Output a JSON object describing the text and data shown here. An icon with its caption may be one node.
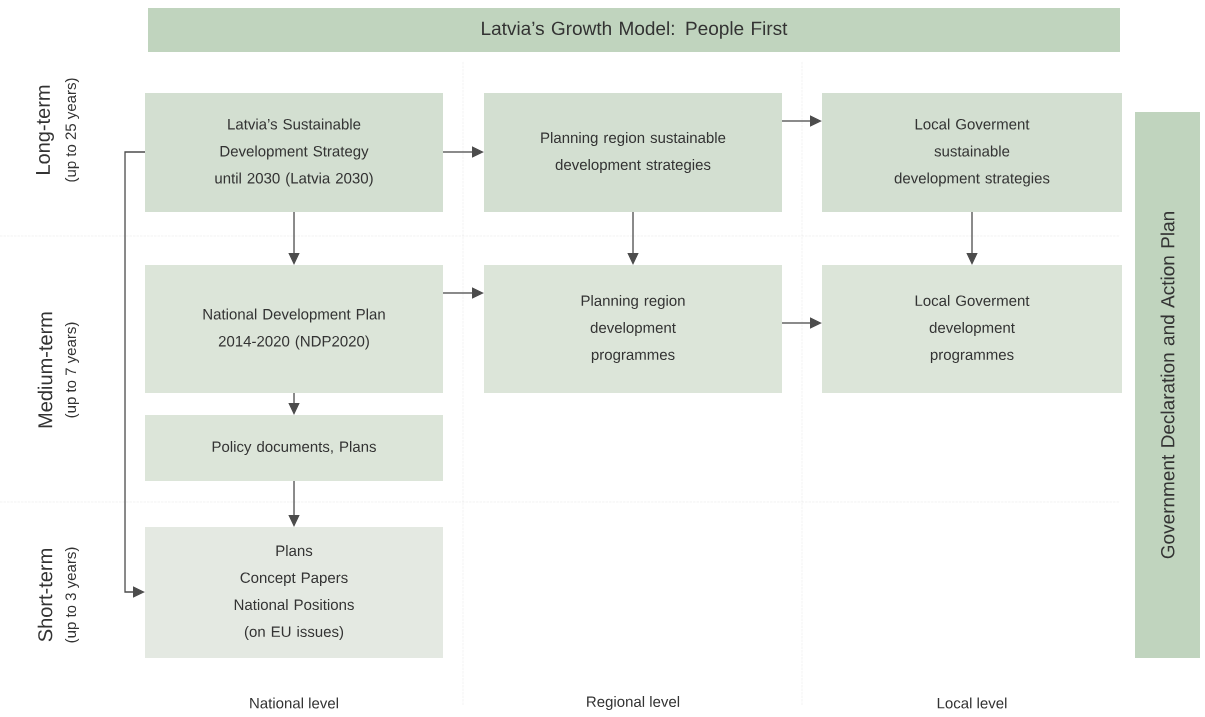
{
  "diagram": {
    "nodes": [
      {
        "text": [
          "Latvia’s Growth Model: People First"
        ]
      },
      {
        "text": [
          "Latvia’s Sustainable Development Strategy until 2030 (Latvia 2030)"
        ]
      },
      {
        "text": [
          "Planning region sustainable development strategies"
        ]
      },
      {
        "text": [
          "Local Goverment sustainable development strategies"
        ]
      },
      {
        "text": [
          "National Development Plan 2014-2020 (NDP2020)"
        ]
      },
      {
        "text": [
          "Planning region development programmes"
        ]
      },
      {
        "text": [
          "Local Goverment development programmes"
        ]
      },
      {
        "text": [
          "Policy documents, Plans"
        ]
      },
      {
        "text": [
          "Plans",
          "Concept Papers",
          "National Positions (on EU issues)"
        ]
      },
      {
        "text": [
          "Government Declaration and Action Plan"
        ]
      }
    ],
    "edges": [
      {
        "from": 1,
        "to": 2,
        "arrow": "to"
      },
      {
        "from": 2,
        "to": 3,
        "arrow": "to"
      },
      {
        "from": 1,
        "to": 4,
        "arrow": "to"
      },
      {
        "from": 2,
        "to": 5,
        "arrow": "to"
      },
      {
        "from": 3,
        "to": 6,
        "arrow": "to"
      },
      {
        "from": 4,
        "to": 5,
        "arrow": "to"
      },
      {
        "from": 5,
        "to": 6,
        "arrow": "to"
      },
      {
        "from": 4,
        "to": 7,
        "arrow": "to"
      },
      {
        "from": 7,
        "to": 8,
        "arrow": "to"
      },
      {
        "from": 1,
        "to": 8,
        "arrow": "to"
      }
    ],
    "labels": [
      "Long-term",
      "(up to 25 years)",
      "Medium-term",
      "(up to 7 years)",
      "Short-term",
      "(up to 3 years)",
      "National level",
      "Regional level",
      "Local level"
    ]
  }
}
